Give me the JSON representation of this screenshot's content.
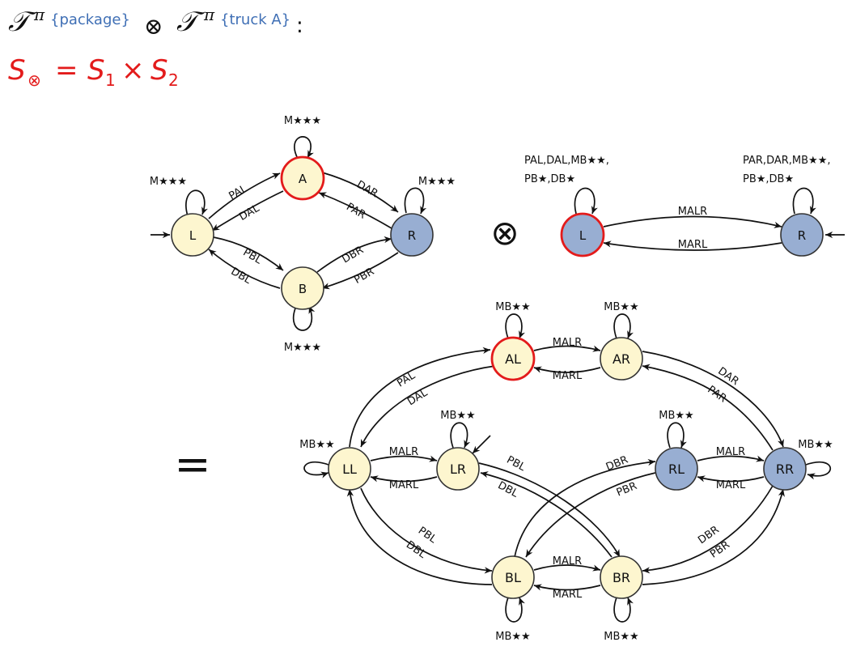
{
  "header": {
    "T": "𝒯",
    "pi": "π",
    "sup_package": "{package}",
    "otimes": "⊗",
    "sup_truck": "{truck A}",
    "colon": ":",
    "eq_S": "S",
    "eq_sub_otimes": "⊗",
    "eq_equals": "=",
    "eq_S1": "S",
    "eq_1": "1",
    "eq_times": "×",
    "eq_S2": "S",
    "eq_2": "2"
  },
  "operators": {
    "tensor": "⊗",
    "equals": "="
  },
  "colors": {
    "yellow_node": "#fdf6cf",
    "blue_node": "#98aed2",
    "initial_border": "#e31b1b",
    "header_blue": "#3f6fb5",
    "equation_red": "#e31b1b"
  },
  "diagram_package": {
    "nodes": [
      {
        "id": "A",
        "label": "A",
        "color": "yellow",
        "initial": true
      },
      {
        "id": "L",
        "label": "L",
        "color": "yellow",
        "initial": false
      },
      {
        "id": "R",
        "label": "R",
        "color": "blue",
        "initial": false
      },
      {
        "id": "B",
        "label": "B",
        "color": "yellow",
        "initial": false
      }
    ],
    "labels": {
      "self_A": "M★★★",
      "self_L": "M★★★",
      "self_R": "M★★★",
      "self_B": "M★★★",
      "PAL": "PAL",
      "DAL": "DAL",
      "DAR": "DAR",
      "PAR": "PAR",
      "PBL": "PBL",
      "DBL": "DBL",
      "DBR": "DBR",
      "PBR": "PBR"
    }
  },
  "diagram_truck": {
    "nodes": [
      {
        "id": "L",
        "label": "L",
        "color": "blue",
        "initial": true
      },
      {
        "id": "R",
        "label": "R",
        "color": "blue",
        "initial": false
      }
    ],
    "labels": {
      "self_L_1": "PAL,DAL,MB★★,",
      "self_L_2": "PB★,DB★",
      "self_R_1": "PAR,DAR,MB★★,",
      "self_R_2": "PB★,DB★",
      "MALR": "MALR",
      "MARL": "MARL"
    }
  },
  "diagram_product": {
    "nodes": [
      {
        "id": "AL",
        "label": "AL",
        "color": "yellow",
        "initial": true
      },
      {
        "id": "AR",
        "label": "AR",
        "color": "yellow",
        "initial": false
      },
      {
        "id": "LL",
        "label": "LL",
        "color": "yellow",
        "initial": false
      },
      {
        "id": "LR",
        "label": "LR",
        "color": "yellow",
        "initial": false
      },
      {
        "id": "RL",
        "label": "RL",
        "color": "blue",
        "initial": false
      },
      {
        "id": "RR",
        "label": "RR",
        "color": "blue",
        "initial": false
      },
      {
        "id": "BL",
        "label": "BL",
        "color": "yellow",
        "initial": false
      },
      {
        "id": "BR",
        "label": "BR",
        "color": "yellow",
        "initial": false
      }
    ],
    "labels": {
      "self_AL": "MB★★",
      "self_AR": "MB★★",
      "self_LL": "MB★★",
      "self_LR": "MB★★",
      "self_RL": "MB★★",
      "self_RR": "MB★★",
      "self_BL": "MB★★",
      "self_BR": "MB★★",
      "AL_AR": "MALR",
      "AR_AL": "MARL",
      "LL_LR": "MALR",
      "LR_LL": "MARL",
      "RL_RR": "MALR",
      "RR_RL": "MARL",
      "BL_BR": "MALR",
      "BR_BL": "MARL",
      "PAL": "PAL",
      "DAL": "DAL",
      "DAR": "DAR",
      "PAR": "PAR",
      "PBL": "PBL",
      "DBL": "DBL",
      "DBR": "DBR",
      "PBR": "PBR",
      "DBL2": "DBL",
      "PBL2": "PBL",
      "DBR2": "DBR",
      "PBR2": "PBR"
    }
  }
}
